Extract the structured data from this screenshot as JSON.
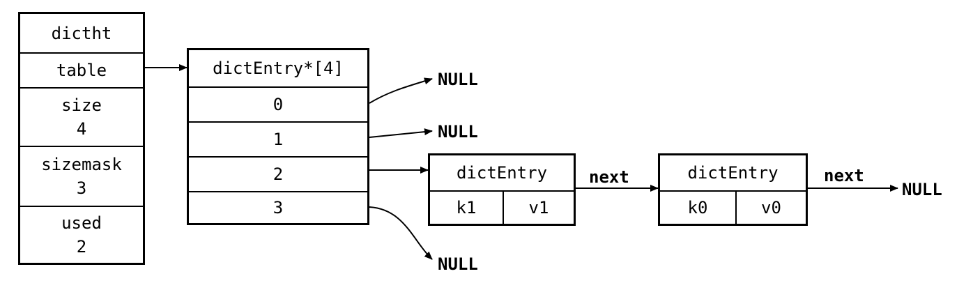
{
  "dictht": {
    "title": "dictht",
    "table": "table",
    "size_label": "size",
    "size_value": "4",
    "sizemask_label": "sizemask",
    "sizemask_value": "3",
    "used_label": "used",
    "used_value": "2"
  },
  "table_array": {
    "title": "dictEntry*[4]",
    "slots": [
      "0",
      "1",
      "2",
      "3"
    ]
  },
  "entries": [
    {
      "title": "dictEntry",
      "key": "k1",
      "value": "v1"
    },
    {
      "title": "dictEntry",
      "key": "k0",
      "value": "v0"
    }
  ],
  "null_label": "NULL",
  "next_label": "next"
}
